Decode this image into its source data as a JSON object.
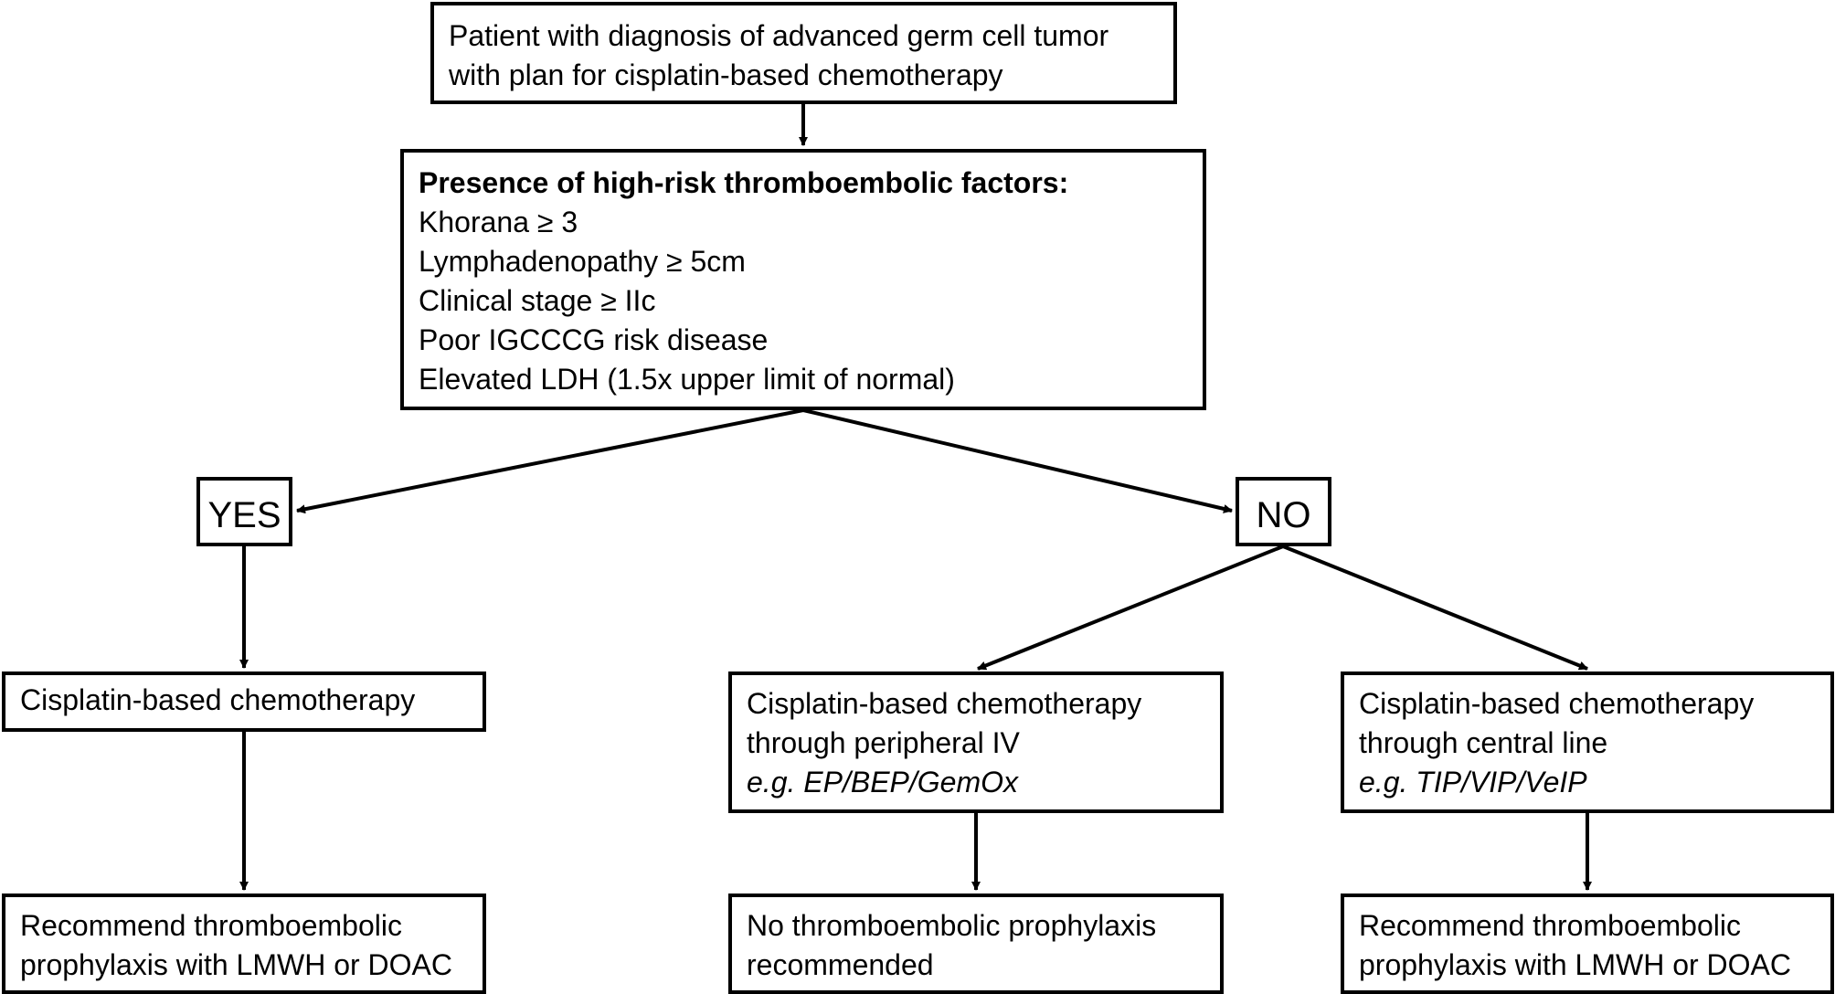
{
  "nodes": {
    "start": {
      "lines": [
        "Patient with diagnosis of advanced germ cell tumor",
        "with plan for cisplatin-based chemotherapy"
      ]
    },
    "criteria": {
      "heading": "Presence of high-risk thromboembolic factors:",
      "items": [
        "Khorana ≥ 3",
        "Lymphadenopathy ≥ 5cm",
        "Clinical stage ≥ IIc",
        "Poor IGCCCG risk disease",
        "Elevated LDH (1.5x upper limit of normal)"
      ]
    },
    "yes": {
      "label": "YES"
    },
    "no": {
      "label": "NO"
    },
    "chemo_yes": {
      "lines": [
        "Cisplatin-based chemotherapy"
      ]
    },
    "chemo_peripheral": {
      "lines": [
        "Cisplatin-based chemotherapy",
        "through peripheral IV"
      ],
      "example": "e.g. EP/BEP/GemOx"
    },
    "chemo_central": {
      "lines": [
        "Cisplatin-based chemotherapy",
        "through central line"
      ],
      "example": "e.g. TIP/VIP/VeIP"
    },
    "rec_yes": {
      "lines": [
        "Recommend thromboembolic",
        "prophylaxis with LMWH or DOAC"
      ]
    },
    "rec_no": {
      "lines": [
        "No thromboembolic prophylaxis",
        "recommended"
      ]
    },
    "rec_central": {
      "lines": [
        "Recommend thromboembolic",
        "prophylaxis with LMWH or DOAC"
      ]
    }
  },
  "colors": {
    "stroke": "#000000",
    "fill": "#ffffff",
    "text": "#000000"
  }
}
